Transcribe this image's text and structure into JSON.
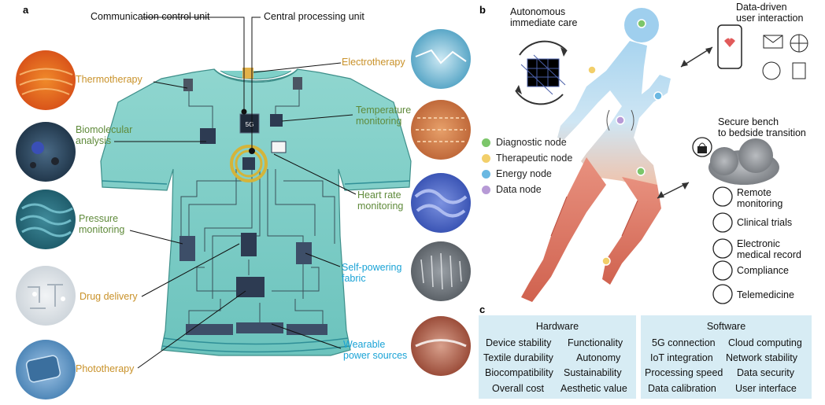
{
  "panels": {
    "a": "a",
    "b": "b",
    "c": "c"
  },
  "panel_a": {
    "top_labels": {
      "comm": "Communication control unit",
      "cpu": "Central processing unit"
    },
    "chip_label": "5G",
    "left": {
      "thermo": "Thermotherapy",
      "biomol": "Biomolecular\nanalysis",
      "pressure": "Pressure\nmonitoring",
      "drug": "Drug delivery",
      "photo": "Phototherapy"
    },
    "right": {
      "electro": "Electrotherapy",
      "temp": "Temperature\nmonitoring",
      "heart": "Heart rate\nmonitoring",
      "selfpower": "Self-powering\nfabric",
      "wearable": "Wearable\npower sources"
    }
  },
  "panel_b": {
    "autonomous": "Autonomous\nimmediate care",
    "datadriven": "Data-driven\nuser interaction",
    "secure": "Secure bench\nto bedside transition",
    "legend": [
      {
        "label": "Diagnostic node",
        "color": "#7cc66a"
      },
      {
        "label": "Therapeutic node",
        "color": "#f2cf6a"
      },
      {
        "label": "Energy node",
        "color": "#6ab8e2"
      },
      {
        "label": "Data node",
        "color": "#b79ad6"
      }
    ],
    "services": [
      "Remote\nmonitoring",
      "Clinical trials",
      "Electronic\nmedical record",
      "Compliance",
      "Telemedicine"
    ]
  },
  "panel_c": {
    "hardware": {
      "title": "Hardware",
      "rows": [
        [
          "Device stability",
          "Functionality"
        ],
        [
          "Textile durability",
          "Autonomy"
        ],
        [
          "Biocompatibility",
          "Sustainability"
        ],
        [
          "Overall cost",
          "Aesthetic value"
        ]
      ]
    },
    "software": {
      "title": "Software",
      "rows": [
        [
          "5G connection",
          "Cloud computing"
        ],
        [
          "IoT integration",
          "Network stability"
        ],
        [
          "Processing speed",
          "Data security"
        ],
        [
          "Data calibration",
          "User interface"
        ]
      ]
    }
  }
}
